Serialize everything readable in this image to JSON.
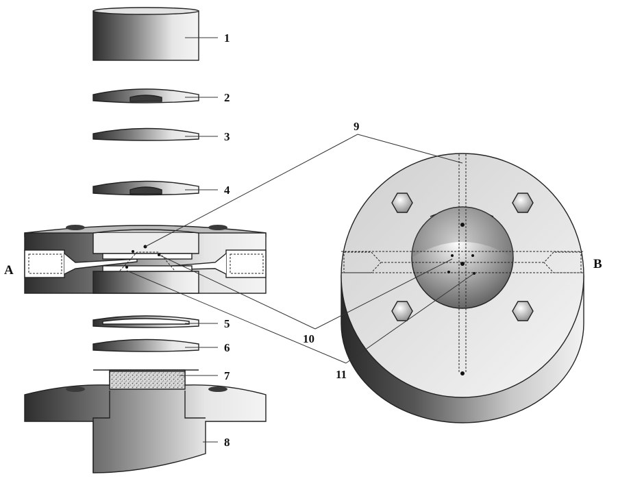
{
  "figure": {
    "colors": {
      "ink": "#222222",
      "light": "#f2f2f2",
      "dark": "#3a3a3a",
      "frit": "#bdbdbd"
    },
    "assembly_labels": {
      "A": "A",
      "B": "B"
    },
    "part_labels": [
      "1",
      "2",
      "3",
      "4",
      "5",
      "6",
      "7",
      "8",
      "9",
      "10",
      "11"
    ]
  }
}
